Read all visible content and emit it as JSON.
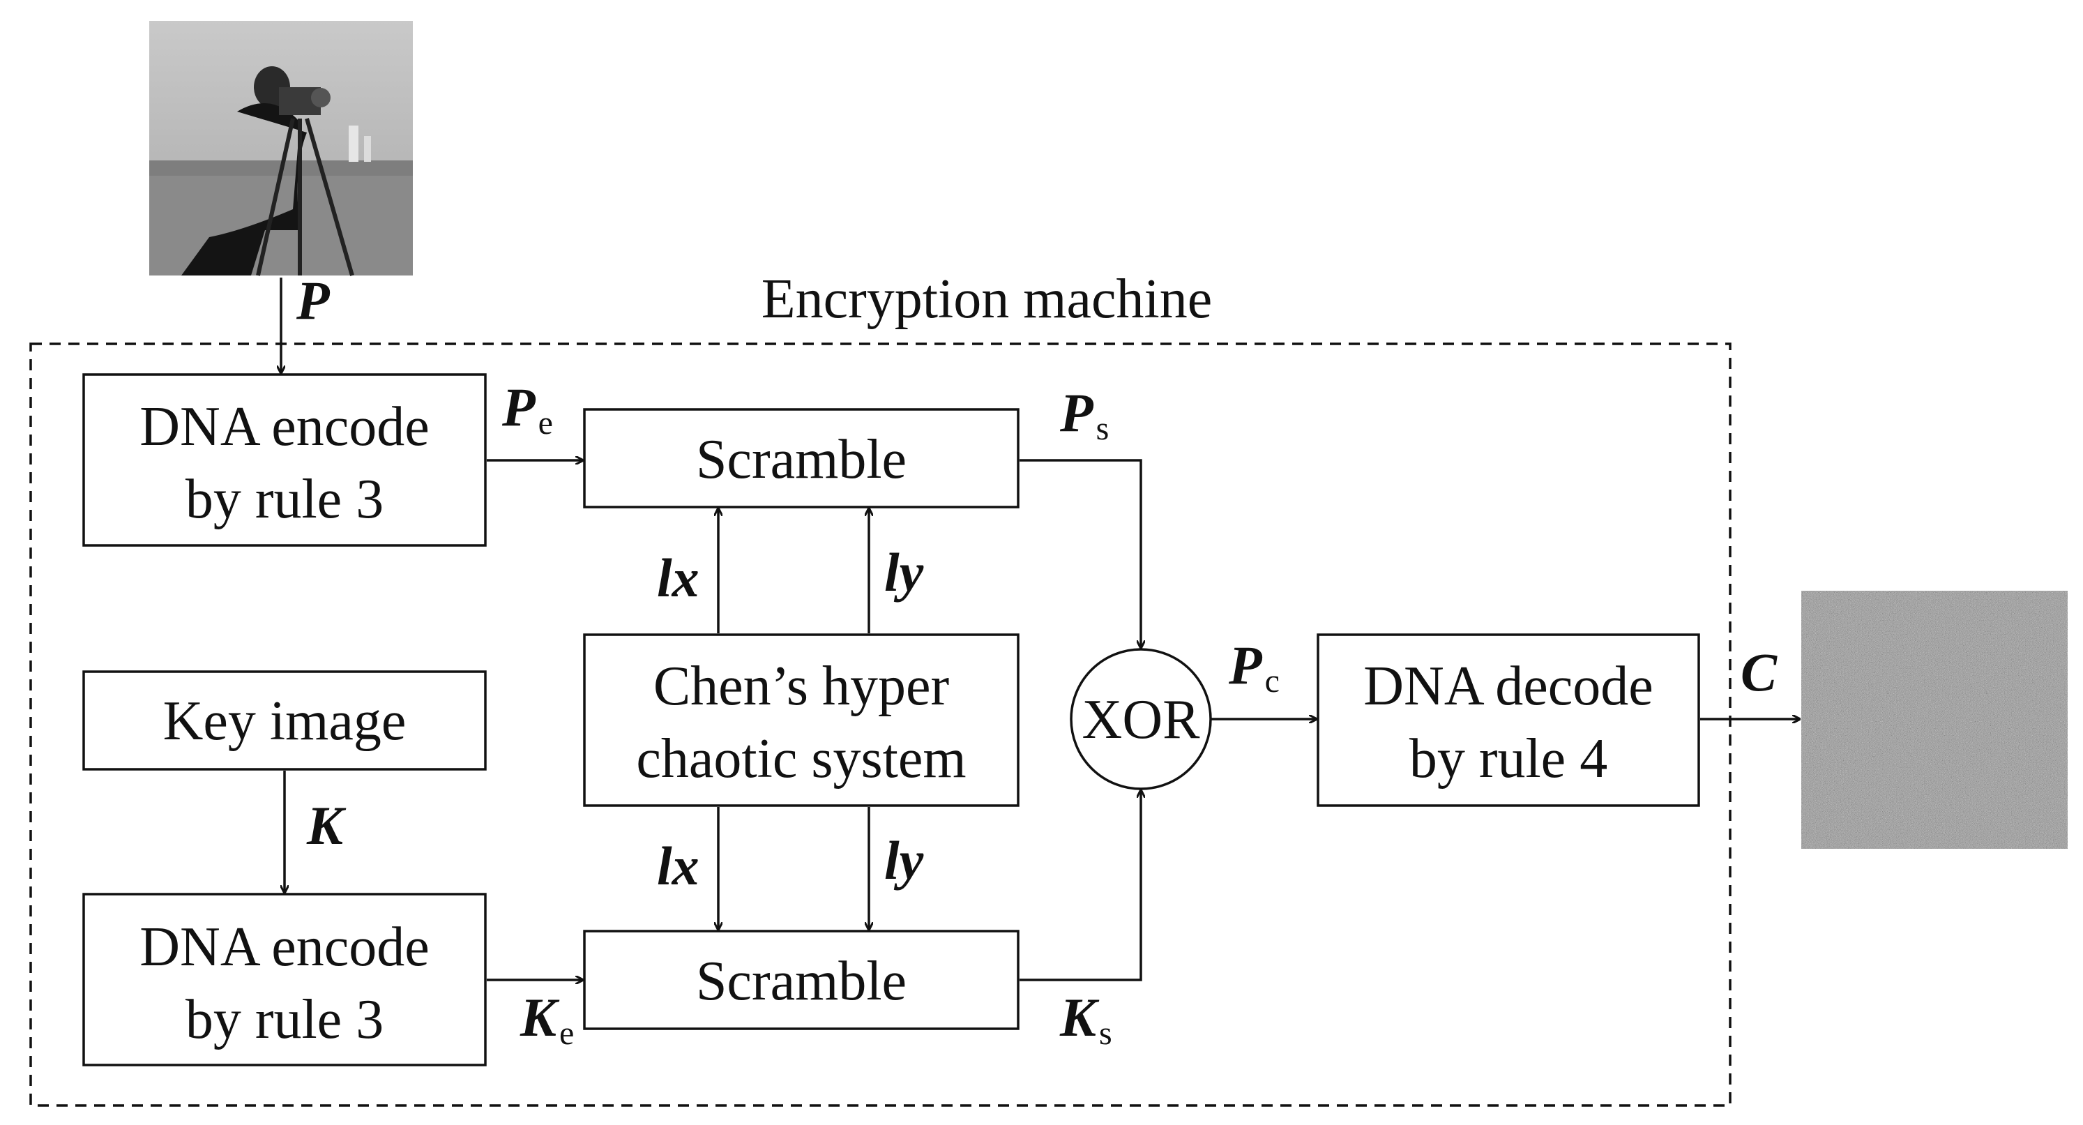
{
  "title": "Encryption machine",
  "boxes": {
    "encode_p": {
      "line1": "DNA encode",
      "line2": "by rule 3"
    },
    "key_image": {
      "label": "Key image"
    },
    "encode_k": {
      "line1": "DNA encode",
      "line2": "by rule 3"
    },
    "scramble_top": {
      "label": "Scramble"
    },
    "chen": {
      "line1": "Chen’s hyper",
      "line2": "chaotic system"
    },
    "scramble_bottom": {
      "label": "Scramble"
    },
    "xor": {
      "label": "XOR"
    },
    "decode": {
      "line1": "DNA decode",
      "line2": "by rule 4"
    }
  },
  "signals": {
    "p": "P",
    "pe": {
      "main": "P",
      "sub": "e"
    },
    "ps": {
      "main": "P",
      "sub": "s"
    },
    "k": "K",
    "ke": {
      "main": "K",
      "sub": "e"
    },
    "ks": {
      "main": "K",
      "sub": "s"
    },
    "pc": {
      "main": "P",
      "sub": "c"
    },
    "c": "C",
    "lx_top": "lx",
    "ly_top": "ly",
    "lx_bottom": "lx",
    "ly_bottom": "ly"
  },
  "images": {
    "plain": "cameraman-photo",
    "cipher": "noise-cipher-image"
  }
}
